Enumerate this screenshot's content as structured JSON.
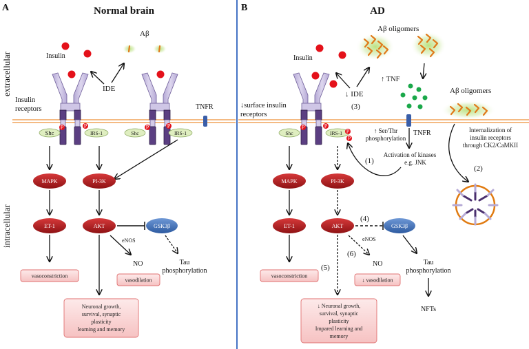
{
  "panelA": {
    "letter": "A",
    "title": "Normal brain",
    "insulin": "Insulin",
    "abeta": "Aβ",
    "ide": "IDE",
    "insulin_receptors_1": "Insulin",
    "insulin_receptors_2": "receptors",
    "tnfr": "TNFR",
    "shc": "Shc",
    "irs1": "IRS-1",
    "mapk": "MAPK",
    "pi3k": "PI-3K",
    "et1": "ET-1",
    "akt": "AKT",
    "gsk3b": "GSK3β",
    "enos": "eNOS",
    "no": "NO",
    "tau_1": "Tau",
    "tau_2": "phosphorylation",
    "vasoconstriction": "vasoconstriction",
    "vasodilation": "vasodilation",
    "neuronal_1": "Neuronal growth,",
    "neuronal_2": "survival, synaptic",
    "neuronal_3": "plasticity",
    "neuronal_4": "learning and memory"
  },
  "panelB": {
    "letter": "B",
    "title": "AD",
    "insulin": "Insulin",
    "abeta_oligomers": "Aβ oligomers",
    "abeta_oligomers_2": "Aβ oligomers",
    "ide": "↓ IDE",
    "label3": "(3)",
    "tnf": "↑ TNF",
    "surface_1": "↓surface insulin",
    "surface_2": "receptors",
    "tnfr": "TNFR",
    "shc": "Shc",
    "irs1": "IRS-1",
    "serthr_1": "↑ Ser/Thr",
    "serthr_2": "phosphorylation",
    "kinases_1": "Activation of kinases",
    "kinases_2": "e.g. JNK",
    "label1": "(1)",
    "internal_1": "Internalization of",
    "internal_2": "insulin receptors",
    "internal_3": "through CK2/CaMKII",
    "label2": "(2)",
    "mapk": "MAPK",
    "pi3k": "PI-3K",
    "et1": "ET-1",
    "akt": "AKT",
    "gsk3b": "GSK3β",
    "label4": "(4)",
    "label5": "(5)",
    "label6": "(6)",
    "enos": "eNOS",
    "no": "NO",
    "tau_1": "Tau",
    "tau_2": "phosphorylation",
    "nfts": "NFTs",
    "vasoconstriction": "vasoconstriction",
    "vasodilation": "↓ vasodilation",
    "neuronal_1": "↓ Neuronal growth,",
    "neuronal_2": "survival, synaptic",
    "neuronal_3": "plasticity",
    "neuronal_4": "Impared learning and",
    "neuronal_5": "memory"
  },
  "side_labels": {
    "extracellular": "extracellular",
    "intracellular": "intracellular"
  },
  "phospho": "P",
  "colors": {
    "receptor_light": "#c9c0e0",
    "receptor_dark": "#4a2f6e",
    "insulin_red": "#e4111a",
    "membrane_orange": "#f0a35a",
    "oval_red": "#b0191c",
    "oval_blue": "#4070b8",
    "shc_green": "#dfeec0",
    "box_pink": "#f8d6d6",
    "box_border": "#e07070",
    "abeta_green": "#86c440",
    "tnf_green": "#1aa84a",
    "divider_blue": "#4472c4",
    "tnfr_blue": "#3a5ea8",
    "circle_orange": "#e07a10"
  }
}
